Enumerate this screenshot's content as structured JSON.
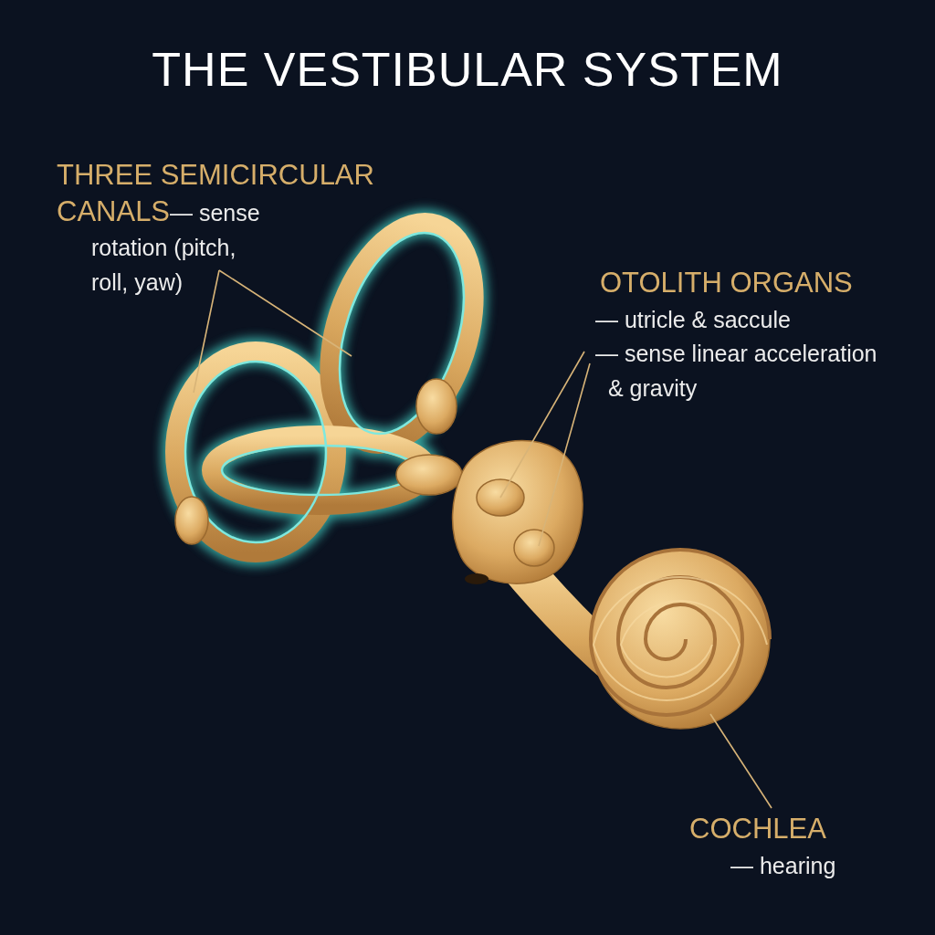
{
  "diagram": {
    "title": "THE VESTIBULAR SYSTEM",
    "labels": [
      "THREE SEMICIRCULAR CANALS",
      "— sense rotation (pitch, roll, yaw)",
      "OTOLITH ORGANS",
      "— utricle & saccule",
      "— sense linear acceleration & gravity",
      "COCHLEA",
      "— hearing"
    ]
  }
}
